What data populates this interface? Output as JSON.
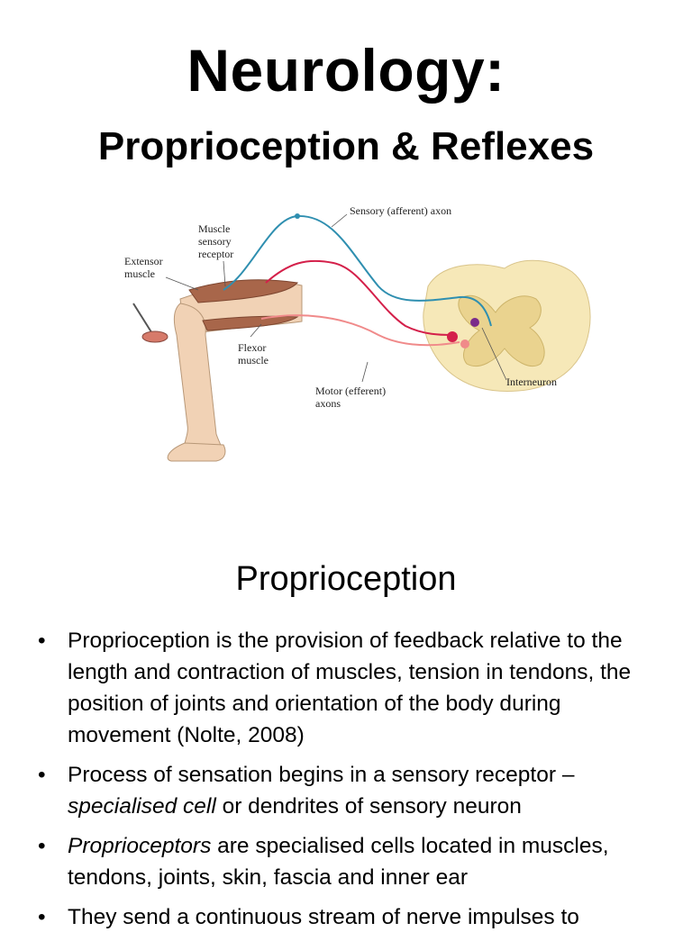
{
  "title": "Neurology:",
  "subtitle": "Proprioception & Reflexes",
  "figure": {
    "labels": {
      "sensory_axon": "Sensory (afferent) axon",
      "muscle_receptor_1": "Muscle",
      "muscle_receptor_2": "sensory",
      "muscle_receptor_3": "receptor",
      "extensor_1": "Extensor",
      "extensor_2": "muscle",
      "flexor_1": "Flexor",
      "flexor_2": "muscle",
      "motor_axons_1": "Motor (efferent)",
      "motor_axons_2": "axons",
      "interneuron": "Interneuron"
    },
    "colors": {
      "sensory": "#2f8fb0",
      "motor_extensor": "#d4204a",
      "motor_flexor": "#f08a8a",
      "interneuron": "#7a2a8a",
      "spinal_cord": "#f6e8b8",
      "leg": "#f1d2b5",
      "muscle": "#a8664a"
    }
  },
  "heading": "Proprioception",
  "bullets": [
    {
      "before": "Proprioception is the provision of feedback relative to the length  and contraction  of muscles, tension in tendons, the position of joints and orientation of the body during movement  (Nolte, 2008)",
      "italic": "",
      "after": ""
    },
    {
      "before": "Process of sensation begins in a sensory receptor – ",
      "italic": "specialised cell",
      "after": " or dendrites of sensory neuron"
    },
    {
      "before": "",
      "italic": "Proprioceptors",
      "after": " are specialised cells located in muscles, tendons, joints, skin, fascia and inner ear"
    },
    {
      "before": "They send a continuous stream of nerve impulses to",
      "italic": "",
      "after": ""
    }
  ]
}
